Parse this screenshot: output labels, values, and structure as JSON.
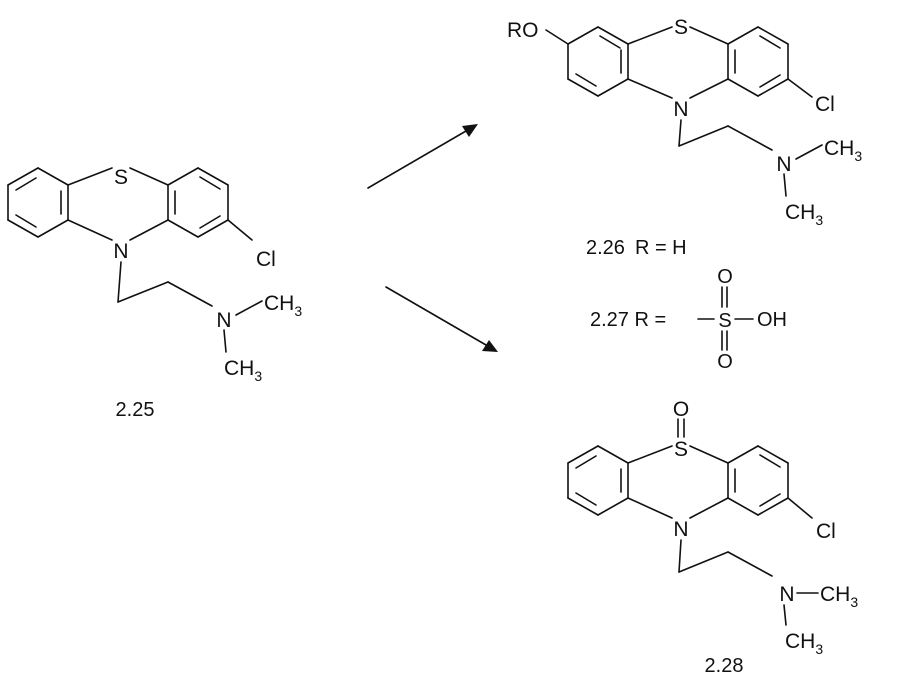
{
  "compounds": {
    "c225": {
      "label": "2.25",
      "S": "S",
      "N": "N",
      "Cl": "Cl",
      "NMe": "N",
      "CH": "CH",
      "sub": "3"
    },
    "c226": {
      "label": "2.26",
      "RO": "RO",
      "S": "S",
      "N": "N",
      "Cl": "Cl",
      "NMe": "N",
      "CH": "CH",
      "sub": "3"
    },
    "c228": {
      "label": "2.28",
      "O": "O",
      "S": "S",
      "N": "N",
      "Cl": "Cl",
      "NMe": "N",
      "CH": "CH",
      "sub": "3"
    }
  },
  "definitions": {
    "r_h": "R = H",
    "r_sulfo_prefix": "2.27  R =",
    "S": "S",
    "O": "O",
    "OH": "OH"
  }
}
